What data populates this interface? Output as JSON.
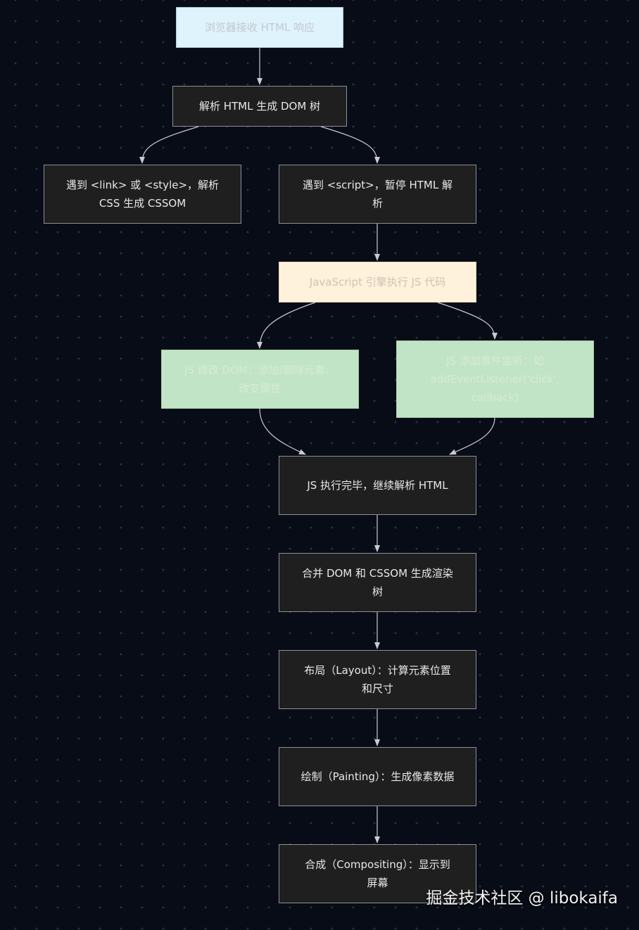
{
  "diagram": {
    "nodes": [
      {
        "id": "receive",
        "text": "浏览器接收 HTML 响应"
      },
      {
        "id": "parse",
        "text": "解析 HTML 生成 DOM 树"
      },
      {
        "id": "link",
        "text": "遇到 <link> 或 <style>，解析 CSS 生成 CSSOM"
      },
      {
        "id": "script",
        "text": "遇到 <script>，暂停 HTML 解析"
      },
      {
        "id": "engine",
        "text": "JavaScript 引擎执行 JS 代码"
      },
      {
        "id": "modify",
        "text": "JS 修改 DOM：添加/删除元素、改变属性"
      },
      {
        "id": "event",
        "text": "JS 添加事件监听：如 addEventListener('click', callback)"
      },
      {
        "id": "resume",
        "text": "JS 执行完毕，继续解析 HTML"
      },
      {
        "id": "merge",
        "text": "合并 DOM 和 CSSOM 生成渲染树"
      },
      {
        "id": "layout",
        "text": "布局（Layout）：计算元素位置和尺寸"
      },
      {
        "id": "paint",
        "text": "绘制（Painting）：生成像素数据"
      },
      {
        "id": "composite",
        "text": "合成（Compositing）：显示到屏幕"
      }
    ],
    "edges": [
      {
        "from": "receive",
        "to": "parse"
      },
      {
        "from": "parse",
        "to": "link"
      },
      {
        "from": "parse",
        "to": "script"
      },
      {
        "from": "script",
        "to": "engine"
      },
      {
        "from": "engine",
        "to": "modify"
      },
      {
        "from": "engine",
        "to": "event"
      },
      {
        "from": "modify",
        "to": "resume"
      },
      {
        "from": "event",
        "to": "resume"
      },
      {
        "from": "resume",
        "to": "merge"
      },
      {
        "from": "merge",
        "to": "layout"
      },
      {
        "from": "layout",
        "to": "paint"
      },
      {
        "from": "paint",
        "to": "composite"
      }
    ],
    "colors": {
      "background": "#080c16",
      "node_dark": "#1f1f1f",
      "node_light_blue": "#dff3fd",
      "node_light_orange": "#fff2dc",
      "node_light_green": "#c2e4c6",
      "edge": "#c9cbcf"
    }
  },
  "watermark": "掘金技术社区 @ libokaifa"
}
